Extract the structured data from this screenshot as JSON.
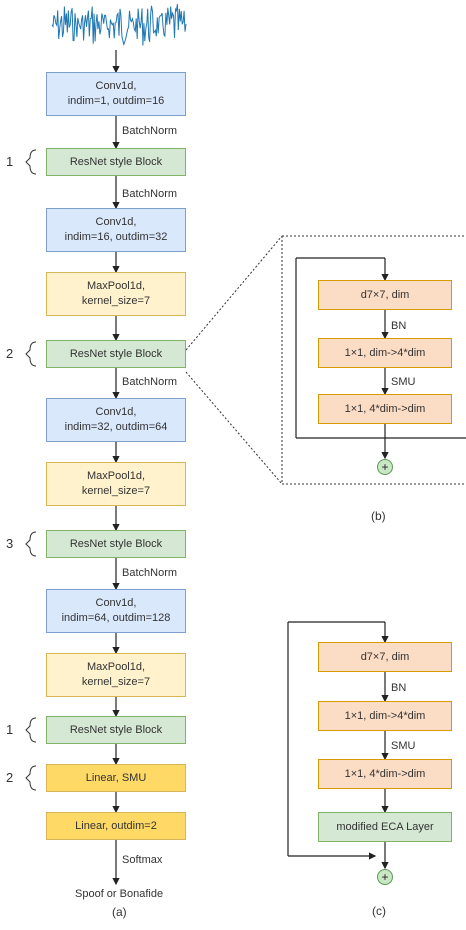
{
  "panel_a": {
    "blocks": [
      {
        "text": "Conv1d,\nindim=1,  outdim=16",
        "style": "blue"
      },
      {
        "text": "ResNet style Block",
        "style": "green",
        "group": "1"
      },
      {
        "text": "Conv1d,\nindim=16,  outdim=32",
        "style": "blue"
      },
      {
        "text": "MaxPool1d,\nkernel_size=7",
        "style": "yellow"
      },
      {
        "text": "ResNet style Block",
        "style": "green",
        "group": "2"
      },
      {
        "text": "Conv1d,\nindim=32,  outdim=64",
        "style": "blue"
      },
      {
        "text": "MaxPool1d,\nkernel_size=7",
        "style": "yellow"
      },
      {
        "text": "ResNet style Block",
        "style": "green",
        "group": "3"
      },
      {
        "text": "Conv1d,\nindim=64,  outdim=128",
        "style": "blue"
      },
      {
        "text": "MaxPool1d,\nkernel_size=7",
        "style": "yellow"
      },
      {
        "text": "ResNet style Block",
        "style": "green",
        "group": "1"
      },
      {
        "text": "Linear,  SMU",
        "style": "gold",
        "group": "2"
      },
      {
        "text": "Linear,  outdim=2",
        "style": "gold"
      }
    ],
    "edge_labels": [
      "BatchNorm",
      "BatchNorm",
      "BatchNorm",
      "BatchNorm",
      "Softmax"
    ],
    "output": "Spoof or Bonafide",
    "caption": "(a)"
  },
  "panel_b": {
    "blocks": [
      "d7×7,  dim",
      "1×1,  dim->4*dim",
      "1×1,  4*dim->dim"
    ],
    "edge_labels": [
      "BN",
      "SMU"
    ],
    "plus": "+",
    "caption": "(b)"
  },
  "panel_c": {
    "blocks": [
      "d7×7,  dim",
      "1×1,  dim->4*dim",
      "1×1,  4*dim->dim",
      "modified ECA Layer"
    ],
    "edge_labels": [
      "BN",
      "SMU"
    ],
    "plus": "+",
    "caption": "(c)"
  },
  "colors": {
    "conv": "#dae8fc",
    "pool": "#fff2cc",
    "resnet": "#d5e8d4",
    "linear": "#ffd966",
    "inner": "#fbdcc4",
    "waveform": "#1f77b4"
  }
}
